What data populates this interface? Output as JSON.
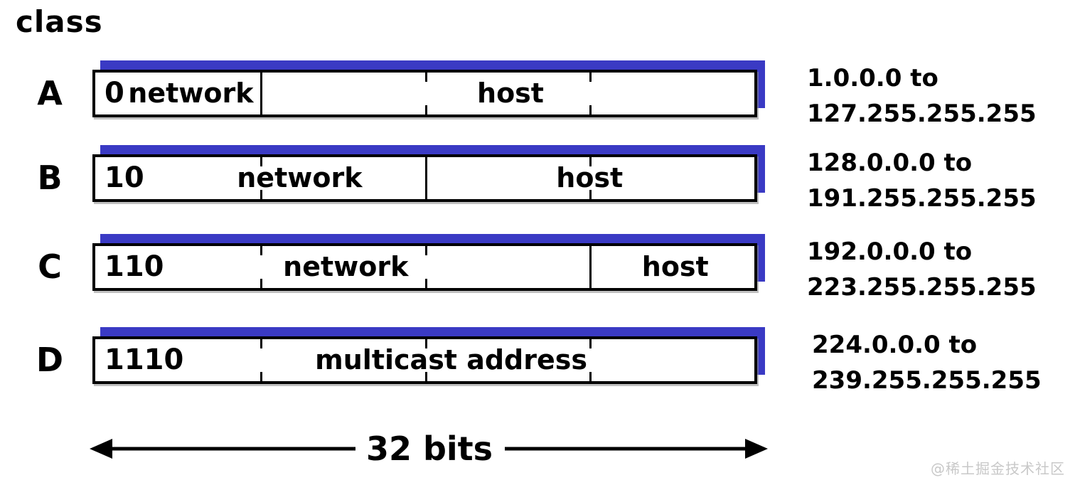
{
  "title": "class",
  "rows": [
    {
      "class_label": "A",
      "prefix": "0",
      "fields": [
        {
          "name": "network"
        },
        {
          "name": "host"
        }
      ],
      "range": {
        "line1": "1.0.0.0 to",
        "line2": "127.255.255.255"
      }
    },
    {
      "class_label": "B",
      "prefix": "10",
      "fields": [
        {
          "name": "network"
        },
        {
          "name": "host"
        }
      ],
      "range": {
        "line1": "128.0.0.0 to",
        "line2": "191.255.255.255"
      }
    },
    {
      "class_label": "C",
      "prefix": "110",
      "fields": [
        {
          "name": "network"
        },
        {
          "name": "host"
        }
      ],
      "range": {
        "line1": "192.0.0.0 to",
        "line2": "223.255.255.255"
      }
    },
    {
      "class_label": "D",
      "prefix": "1110",
      "fields": [
        {
          "name": "multicast address"
        }
      ],
      "range": {
        "line1": "224.0.0.0 to",
        "line2": "239.255.255.255"
      }
    }
  ],
  "footer": {
    "bits_label": "32 bits"
  },
  "watermark": "@稀土掘金技术社区",
  "colors": {
    "shadow_blue": "#3a3ac4",
    "box_border": "#000000",
    "text": "#000000",
    "watermark_gray": "#c8c8c8",
    "background": "#ffffff"
  }
}
